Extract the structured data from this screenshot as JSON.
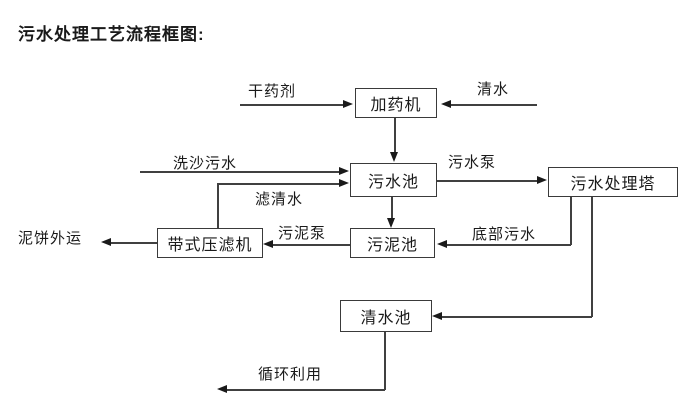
{
  "title": "污水处理工艺流程框图:",
  "nodes": {
    "dosing_machine": "加药机",
    "sewage_pool": "污水池",
    "treatment_tower": "污水处理塔",
    "sludge_pool": "污泥池",
    "belt_filter_press": "带式压滤机",
    "clean_water_pool": "清水池"
  },
  "labels": {
    "dry_agent": "干药剂",
    "clean_water": "清水",
    "sand_washing_sewage": "洗沙污水",
    "filtered_water": "滤清水",
    "sewage_pump": "污水泵",
    "sludge_pump": "污泥泵",
    "mud_cake_out": "泥饼外运",
    "bottom_sewage": "底部污水",
    "recycle_use": "循环利用"
  },
  "connections": [
    {
      "from": "干药剂",
      "to": "加药机"
    },
    {
      "from": "清水",
      "to": "加药机"
    },
    {
      "from": "加药机",
      "to": "污水池"
    },
    {
      "from": "洗沙污水",
      "to": "污水池"
    },
    {
      "from": "带式压滤机",
      "to": "污水池",
      "label": "滤清水"
    },
    {
      "from": "污水池",
      "to": "污水处理塔",
      "label": "污水泵"
    },
    {
      "from": "污水池",
      "to": "污泥池"
    },
    {
      "from": "污水处理塔",
      "to": "污泥池",
      "label": "底部污水"
    },
    {
      "from": "污泥池",
      "to": "带式压滤机",
      "label": "污泥泵"
    },
    {
      "from": "带式压滤机",
      "to": "泥饼外运"
    },
    {
      "from": "污水处理塔",
      "to": "清水池"
    },
    {
      "from": "清水池",
      "to": "循环利用"
    }
  ],
  "colors": {
    "background": "#ffffff",
    "line": "#404040",
    "arrowhead": "#1a1a1a",
    "text": "#1a1a1a",
    "box_border": "#3a3a3a"
  }
}
